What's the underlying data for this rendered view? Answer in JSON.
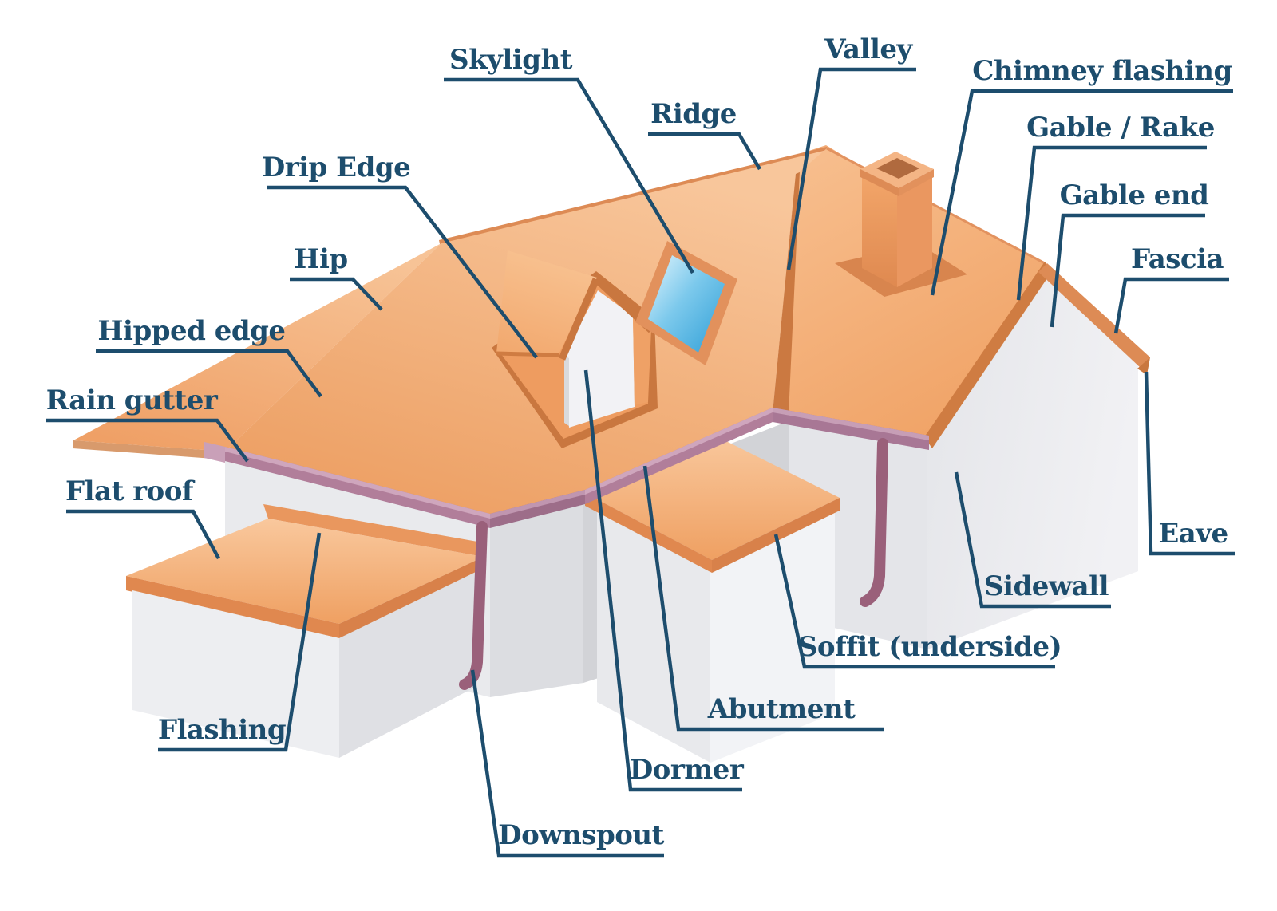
{
  "diagram": {
    "type": "labeled-illustration",
    "subject": "Roof parts diagram - isometric house illustration with callout labels",
    "background": "#ffffff",
    "labels": {
      "skylight": {
        "text": "Skylight"
      },
      "ridge": {
        "text": "Ridge"
      },
      "valley": {
        "text": "Valley"
      },
      "chimney_flashing": {
        "text": "Chimney flashing"
      },
      "gable_rake": {
        "text": "Gable / Rake"
      },
      "gable_end": {
        "text": "Gable end"
      },
      "fascia": {
        "text": "Fascia"
      },
      "drip_edge": {
        "text": "Drip Edge"
      },
      "hip": {
        "text": "Hip"
      },
      "hipped_edge": {
        "text": "Hipped edge"
      },
      "rain_gutter": {
        "text": "Rain gutter"
      },
      "flat_roof": {
        "text": "Flat roof"
      },
      "flashing": {
        "text": "Flashing"
      },
      "downspout": {
        "text": "Downspout"
      },
      "dormer": {
        "text": "Dormer"
      },
      "abutment": {
        "text": "Abutment"
      },
      "soffit": {
        "text": "Soffit (underside)"
      },
      "sidewall": {
        "text": "Sidewall"
      },
      "eave": {
        "text": "Eave"
      }
    },
    "colors": {
      "label_text": "#1d4d6d",
      "leader_line": "#1d4d6d",
      "roof_orange": "#f3ab76",
      "roof_trim_orange": "#dd8b55",
      "valley_trim": "#cb7941",
      "wall_gray": "#e9eaed",
      "gutter_mauve": "#b17e9a",
      "downspout_maroon": "#9a607a",
      "skylight_blue": "#2f9fd6"
    }
  }
}
